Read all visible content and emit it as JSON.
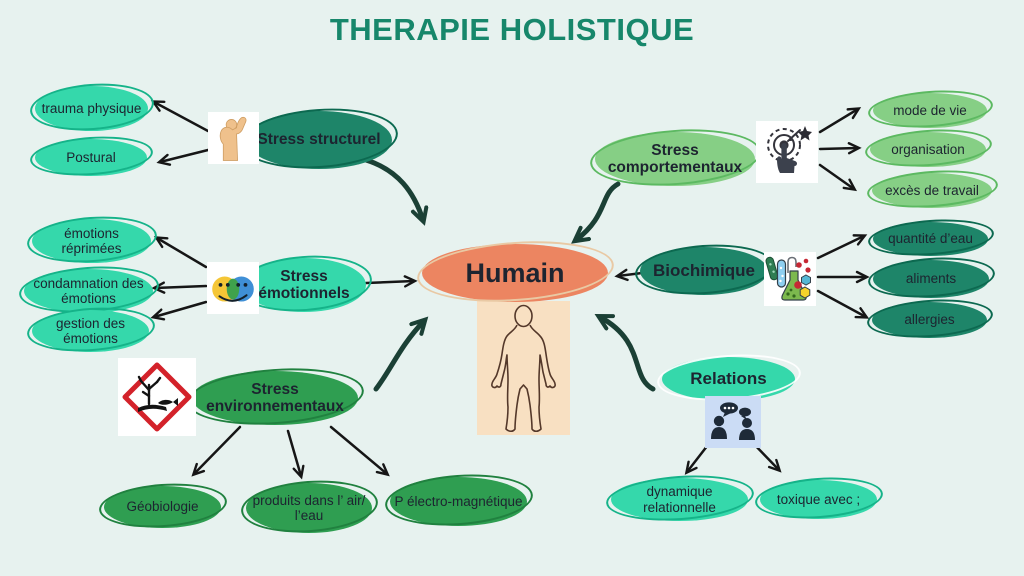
{
  "title": "THERAPIE HOLISTIQUE",
  "center": {
    "label": "Humain"
  },
  "branches": {
    "structurel": {
      "label": "Stress structurel",
      "icon": "muscle-icon"
    },
    "emotionnels": {
      "label": "Stress émotionnels",
      "icon": "sad-faces-icon"
    },
    "environnementaux": {
      "label": "Stress environnementaux",
      "icon": "environment-hazard-icon"
    },
    "comportementaux": {
      "label": "Stress comportementaux",
      "icon": "click-target-icon"
    },
    "biochimique": {
      "label": "Biochimique",
      "icon": "chemistry-icon"
    },
    "relations": {
      "label": "Relations",
      "icon": "people-talking-icon"
    }
  },
  "leaves": {
    "trauma": {
      "label": "trauma physique"
    },
    "postural": {
      "label": "Postural"
    },
    "reprimees": {
      "label": "émotions réprimées"
    },
    "condamnation": {
      "label": "condamnation des émotions"
    },
    "gestion": {
      "label": "gestion des émotions"
    },
    "geobiologie": {
      "label": "Géobiologie"
    },
    "produits": {
      "label": "produits dans l’ air/ l’eau"
    },
    "electro": {
      "label": "P électro-magnétique"
    },
    "mode_de_vie": {
      "label": "mode de vie"
    },
    "organisation": {
      "label": "organisation"
    },
    "exces": {
      "label": "excès de travail"
    },
    "quantite_eau": {
      "label": "quantité d’eau"
    },
    "aliments": {
      "label": "aliments"
    },
    "allergies": {
      "label": "allergies"
    },
    "dynamique": {
      "label": "dynamique relationnelle"
    },
    "toxique": {
      "label": "toxique avec ;"
    }
  },
  "colors": {
    "background": "#e7f2ef",
    "title": "#17876b",
    "turquoise_node": "#35d8ab",
    "dark_teal_node": "#1e8569",
    "medium_green_node": "#2f9e51",
    "light_green_node": "#86cf85",
    "center_orange": "#ec8561",
    "body_panel": "#f8e0c2",
    "curved_arrow": "#1b4035",
    "straight_arrow": "#161616"
  }
}
